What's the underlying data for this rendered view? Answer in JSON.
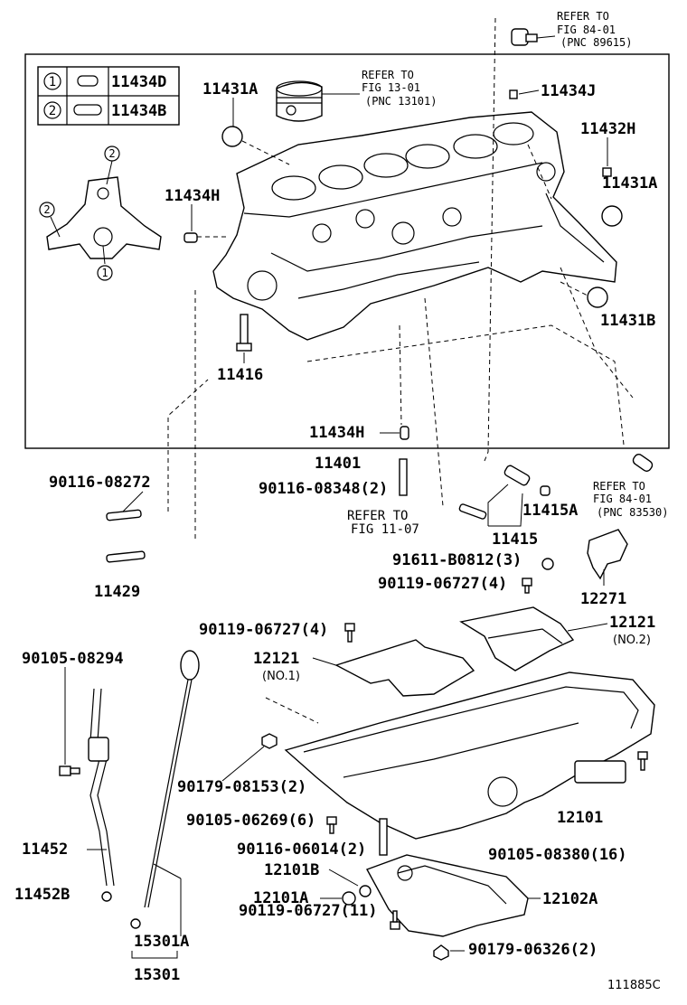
{
  "legend": {
    "rows": [
      {
        "num": "1",
        "part": "11434D"
      },
      {
        "num": "2",
        "part": "11434B"
      }
    ]
  },
  "markers": {
    "one": "1",
    "two": "2"
  },
  "refs": {
    "ref1": {
      "l1": "REFER TO",
      "l2": "FIG 84-01",
      "l3": "(PNC 89615)"
    },
    "ref2": {
      "l1": "REFER TO",
      "l2": "FIG 13-01",
      "l3": "(PNC 13101)"
    },
    "ref3": {
      "l1": "REFER TO",
      "l2": "FIG 11-07"
    },
    "ref4": {
      "l1": "REFER TO",
      "l2": "FIG 84-01",
      "l3": "(PNC 83530)"
    }
  },
  "labels": {
    "p11431A_a": "11431A",
    "p11434J": "11434J",
    "p11432H": "11432H",
    "p11431A_b": "11431A",
    "p11434H_a": "11434H",
    "p11431B": "11431B",
    "p11416": "11416",
    "p11434H_b": "11434H",
    "p11401": "11401",
    "p90116_08272": "90116-08272",
    "p90116_08348": "90116-08348(2)",
    "p11415A": "11415A",
    "p11415": "11415",
    "p91611": "91611-B0812(3)",
    "p90119_a": "90119-06727(4)",
    "p11429": "11429",
    "p12271": "12271",
    "p90119_b": "90119-06727(4)",
    "p12121_a": "12121",
    "no2": "(NO.2)",
    "p90105_08294": "90105-08294",
    "p12121_b": "12121",
    "no1": "(NO.1)",
    "p90179_08153": "90179-08153(2)",
    "p12101": "12101",
    "p90105_06269": "90105-06269(6)",
    "p90116_06014": "90116-06014(2)",
    "p90105_08380": "90105-08380(16)",
    "p11452": "11452",
    "p12101B": "12101B",
    "p11452B": "11452B",
    "p12101A": "12101A",
    "p12102A": "12102A",
    "p90119_c": "90119-06727(11)",
    "p15301A": "15301A",
    "p90179_06326": "90179-06326(2)",
    "p15301": "15301",
    "figure_id": "111885C"
  }
}
